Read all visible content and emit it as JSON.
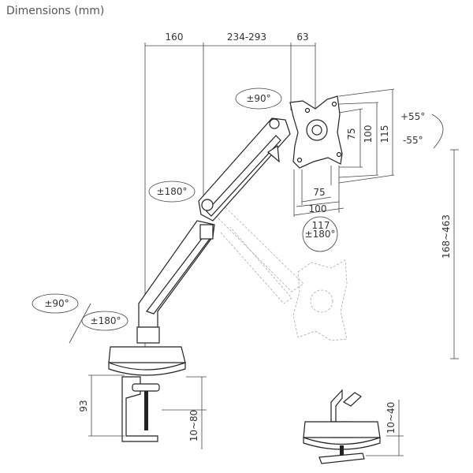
{
  "title": "Dimensions (mm)",
  "top_dimensions": [
    "160",
    "234-293",
    "63"
  ],
  "vesa_vertical": [
    "75",
    "100",
    "115"
  ],
  "vesa_horizontal": [
    "75",
    "100",
    "117"
  ],
  "tilt": {
    "up": "+55°",
    "down": "-55°"
  },
  "height_range": "168~463",
  "rotations": {
    "head_swivel": "±90°",
    "elbow": "±180°",
    "screen_rotation": "±180°",
    "base_a": "±90°",
    "base_b": "±180°"
  },
  "clamp": {
    "height": "93",
    "desk_thickness": "10~80"
  },
  "grommet": {
    "desk_thickness": "10~40"
  }
}
